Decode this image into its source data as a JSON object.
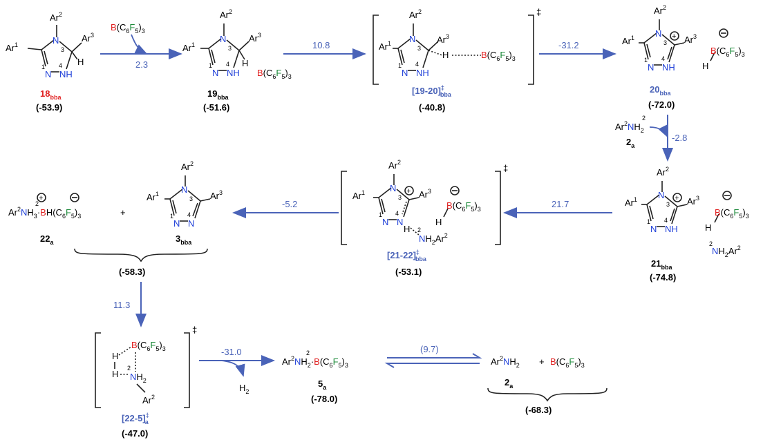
{
  "colors": {
    "arrow": "#4a63b8",
    "nitrogen": "#1f3fd8",
    "boron": "#e02020",
    "fluorine": "#1c8a3a",
    "compound_label": "#4a63b8",
    "highlight_label": "#e02020",
    "bond": "#222222"
  },
  "labels": {
    "ar1": "Ar",
    "ar2": "Ar",
    "ar3": "Ar",
    "s1": "1",
    "s2": "2",
    "s3": "3",
    "N": "N",
    "NH": "NH",
    "H": "H",
    "B": "B",
    "C": "(C",
    "F": "F",
    "six": "6",
    "five": "5",
    "close3": ")",
    "three": "3",
    "four": "4",
    "one": "1",
    "two": "2",
    "dagger": "‡",
    "plus": "+",
    "H2": "H",
    "NH2": "NH",
    "NH3": "NH"
  },
  "compounds": [
    {
      "id": "c18",
      "num": "18",
      "sub": "bba",
      "energy": "(-53.9)"
    },
    {
      "id": "c19",
      "num": "19",
      "sub": "bba",
      "energy": "(-51.6)"
    },
    {
      "id": "ts1920",
      "num": "[19-20]",
      "sub": "bba",
      "energy": "(-40.8)"
    },
    {
      "id": "c20",
      "num": "20",
      "sub": "bba",
      "energy": "(-72.0)"
    },
    {
      "id": "c21",
      "num": "21",
      "sub": "bba",
      "energy": "(-74.8)"
    },
    {
      "id": "ts2122",
      "num": "[21-22]",
      "sub": "bba",
      "energy": "(-53.1)"
    },
    {
      "id": "c22",
      "num": "22",
      "sub": "a",
      "energy": ""
    },
    {
      "id": "c3",
      "num": "3",
      "sub": "bba",
      "energy": ""
    },
    {
      "id": "pair223",
      "num": "",
      "sub": "",
      "energy": "(-58.3)"
    },
    {
      "id": "ts225",
      "num": "[22-5]",
      "sub": "a",
      "energy": "(-47.0)"
    },
    {
      "id": "c5",
      "num": "5",
      "sub": "a",
      "energy": "(-78.0)"
    },
    {
      "id": "c2",
      "num": "2",
      "sub": "a",
      "energy": ""
    },
    {
      "id": "pair2B",
      "num": "",
      "sub": "",
      "energy": "(-68.3)"
    }
  ],
  "arrows": [
    {
      "id": "a1",
      "value": "2.3"
    },
    {
      "id": "a2",
      "value": "10.8"
    },
    {
      "id": "a3",
      "value": "-31.2"
    },
    {
      "id": "a4",
      "value": "-2.8"
    },
    {
      "id": "a5",
      "value": "21.7"
    },
    {
      "id": "a6",
      "value": "-5.2"
    },
    {
      "id": "a7",
      "value": "11.3"
    },
    {
      "id": "a8",
      "value": "-31.0"
    },
    {
      "id": "a9",
      "value": "(9.7)"
    }
  ],
  "reagents": {
    "amine_label": "2",
    "amine_sub": "a",
    "h2": "H"
  }
}
